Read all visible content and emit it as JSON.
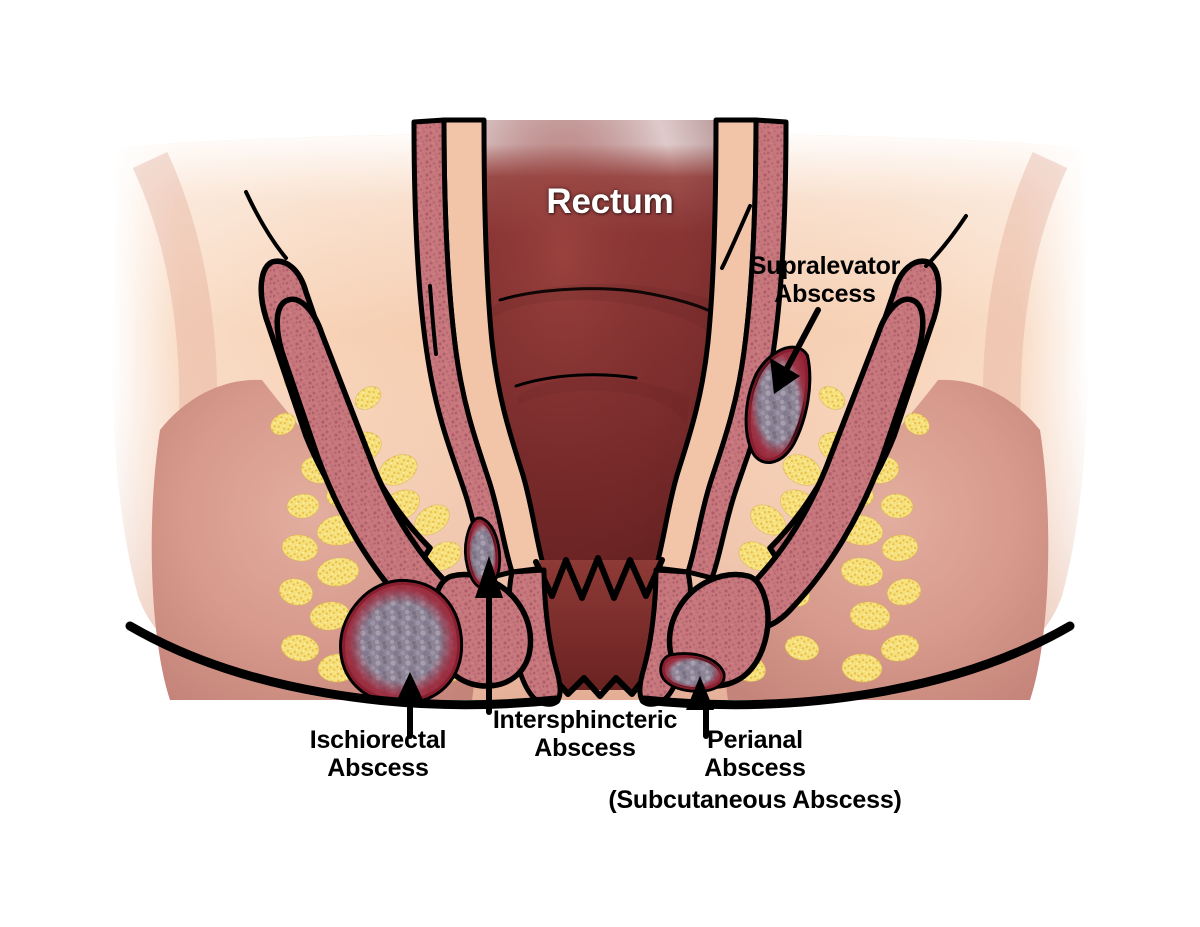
{
  "figure": {
    "title": "Anorectal abscess locations (coronal cross-section)",
    "background_color": "#FFFFFF"
  },
  "labels": {
    "rectum": "Rectum",
    "supralevator": "Supralevator\nAbscess",
    "ischiorectal": "Ischiorectal\nAbscess",
    "intersphincteric": "Intersphincteric\nAbscess",
    "perianal": "Perianal\nAbscess",
    "perianal_alt": "(Subcutaneous Abscess)"
  },
  "colors": {
    "skin_light": "#F7D6BE",
    "skin_mid": "#EFB9A2",
    "fossa_pink": "#DCA093",
    "fossa_pink_deep": "#C98078",
    "muscle_pink": "#C9787D",
    "muscle_speckle": "#A85763",
    "lumen_dark_red": "#8C3232",
    "lumen_deep": "#6E2525",
    "fat_yellow": "#F6E27A",
    "fat_speckle": "#E0A93C",
    "abscess_rim": "#9E2436",
    "abscess_core": "#8A8296",
    "outline": "#000000",
    "label_text": "#000000",
    "rectum_label_text": "#FFFFFF"
  },
  "structures": [
    {
      "name": "rectum-lumen",
      "description": "central vertical rectal lumen, dark red, fading to white at top"
    },
    {
      "name": "rectal-valve-upper",
      "description": "thin black transverse line in rectal lumen"
    },
    {
      "name": "rectal-valve-lower",
      "description": "thin black transverse line in rectal lumen"
    },
    {
      "name": "levator-ani-left",
      "description": "left levator ani muscle, speckled pink, V-shaped"
    },
    {
      "name": "levator-ani-right",
      "description": "right levator ani muscle, speckled pink, V-shaped"
    },
    {
      "name": "external-sphincter-left",
      "description": "left external anal sphincter bundle"
    },
    {
      "name": "external-sphincter-right",
      "description": "right external anal sphincter bundle"
    },
    {
      "name": "internal-sphincter",
      "description": "internal anal sphincter lining the anal canal"
    },
    {
      "name": "dentate-line",
      "description": "zigzag line at anal canal, anal columns"
    },
    {
      "name": "ischiorectal-fossa-left",
      "description": "left fat-filled ischiorectal fossa"
    },
    {
      "name": "ischiorectal-fossa-right",
      "description": "right fat-filled ischiorectal fossa"
    },
    {
      "name": "skin-outline",
      "description": "thick black perineal skin contour at base"
    }
  ],
  "abscesses": [
    {
      "id": "supralevator",
      "label": "Supralevator Abscess",
      "side": "right",
      "position": "above levator ani muscle"
    },
    {
      "id": "ischiorectal",
      "label": "Ischiorectal Abscess",
      "side": "left",
      "position": "within ischiorectal fossa fat"
    },
    {
      "id": "intersphincteric",
      "label": "Intersphincteric Abscess",
      "side": "left-center",
      "position": "between internal and external sphincter"
    },
    {
      "id": "perianal",
      "label": "Perianal Abscess (Subcutaneous Abscess)",
      "side": "right",
      "position": "subcutaneous at anal verge"
    }
  ]
}
